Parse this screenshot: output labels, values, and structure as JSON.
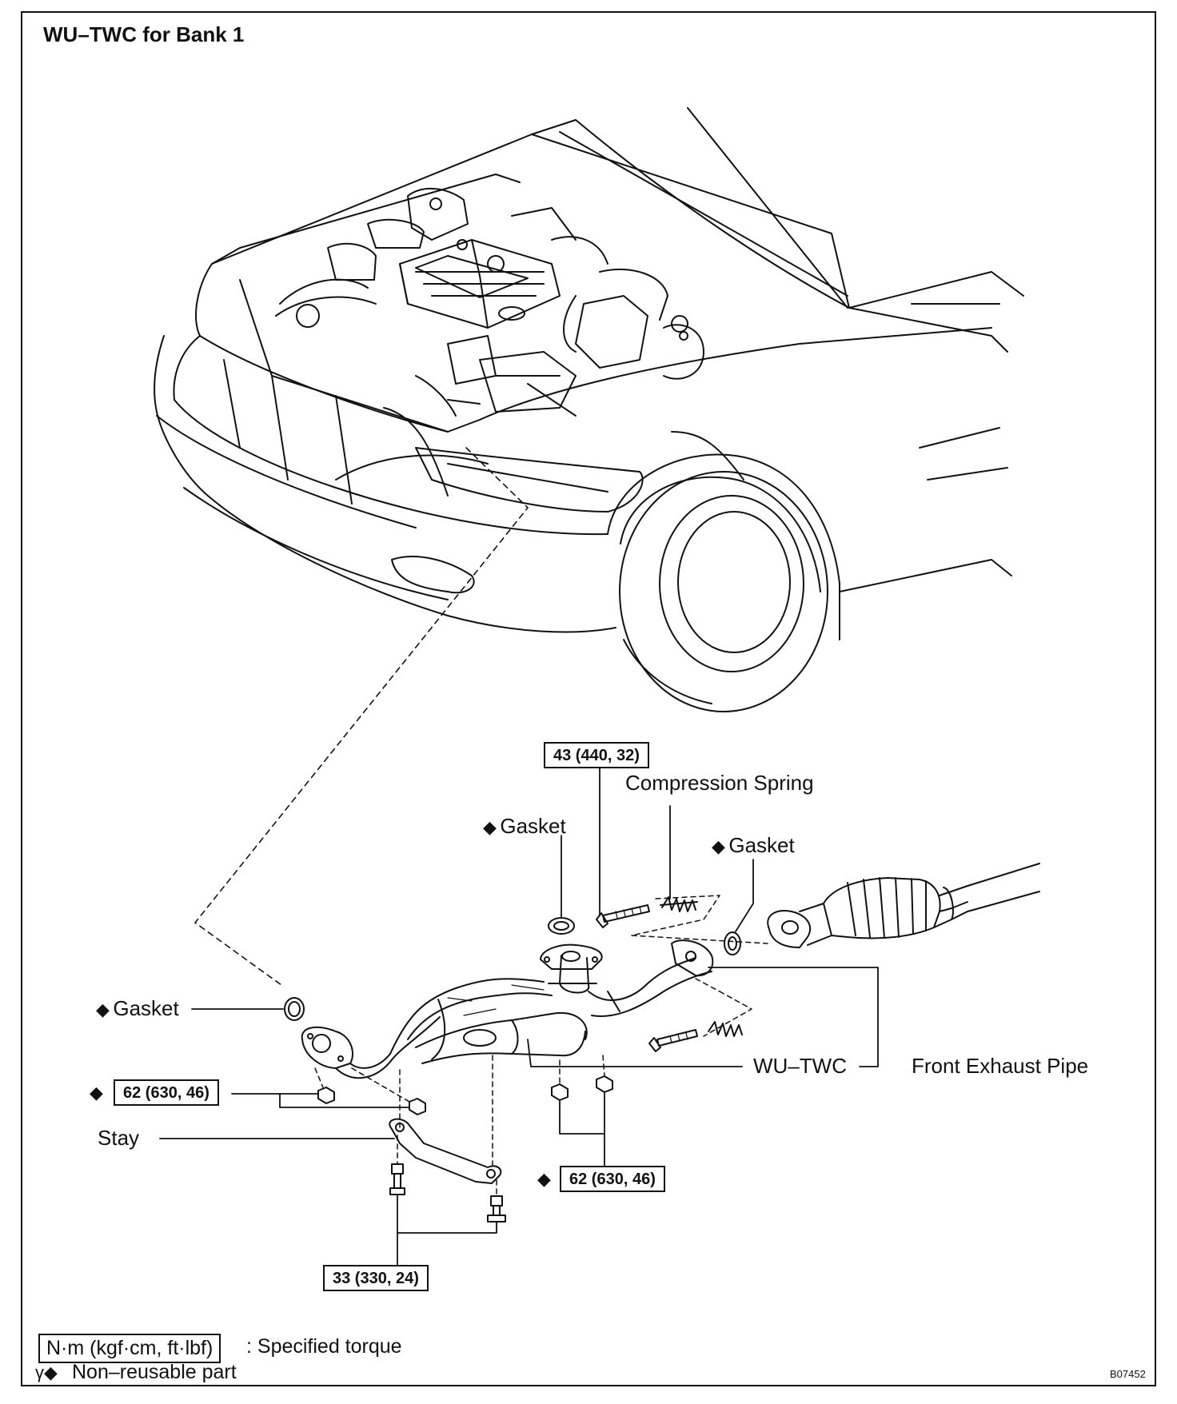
{
  "title": "WU–TWC for Bank 1",
  "labels": {
    "gasket_top_center": "Gasket",
    "gasket_top_right": "Gasket",
    "gasket_left": "Gasket",
    "compression_spring": "Compression Spring",
    "stay": "Stay",
    "wu_twc": "WU–TWC",
    "front_exhaust_pipe": "Front Exhaust Pipe"
  },
  "torque": {
    "bolt_spring": "43 (440, 32)",
    "left_nuts": "62 (630, 46)",
    "bottom_nuts": "62 (630, 46)",
    "stay_bolts": "33 (330, 24)"
  },
  "legend": {
    "unit": "N·m (kgf·cm, ft·lbf)",
    "unit_desc": ": Specified torque",
    "nonreusable_mark": "γ◆",
    "nonreusable_desc": "Non–reusable part"
  },
  "symbols": {
    "nonreusable": "◆"
  },
  "figure_code": "B07452"
}
